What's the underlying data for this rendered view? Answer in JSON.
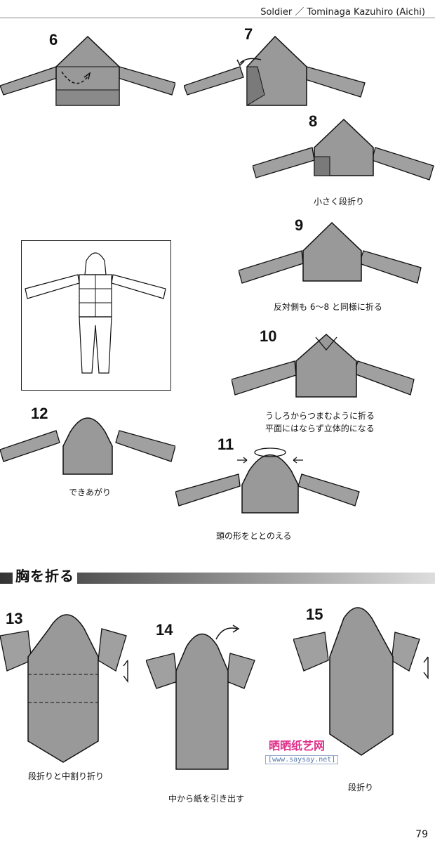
{
  "header": {
    "running_title": "Soldier ／ Tominaga Kazuhiro (Aichi)"
  },
  "steps": {
    "s6": {
      "number": "6"
    },
    "s7": {
      "number": "7"
    },
    "s8": {
      "number": "8",
      "caption": "小さく段折り"
    },
    "s9": {
      "number": "9",
      "caption": "反対側も 6〜8 と同様に折る"
    },
    "s10": {
      "number": "10",
      "caption_line1": "うしろからつまむように折る",
      "caption_line2": "平面にはならず立体的になる"
    },
    "s11": {
      "number": "11",
      "caption": "頭の形をととのえる"
    },
    "s12": {
      "number": "12",
      "caption": "できあがり"
    },
    "s13": {
      "number": "13",
      "caption": "段折りと中割り折り"
    },
    "s14": {
      "number": "14",
      "caption": "中から紙を引き出す"
    },
    "s15": {
      "number": "15",
      "caption": "段折り"
    }
  },
  "section": {
    "title": "胸を折る"
  },
  "watermark": {
    "title": "晒晒纸艺网",
    "url": "[www.saysay.net]"
  },
  "footer": {
    "page_number": "79"
  },
  "colors": {
    "paper": "#9a9a9a",
    "paper_dark": "#6e6e6e",
    "line": "#1a1a1a",
    "watermark_pink": "#e0308a",
    "watermark_blue": "#3060c0"
  }
}
